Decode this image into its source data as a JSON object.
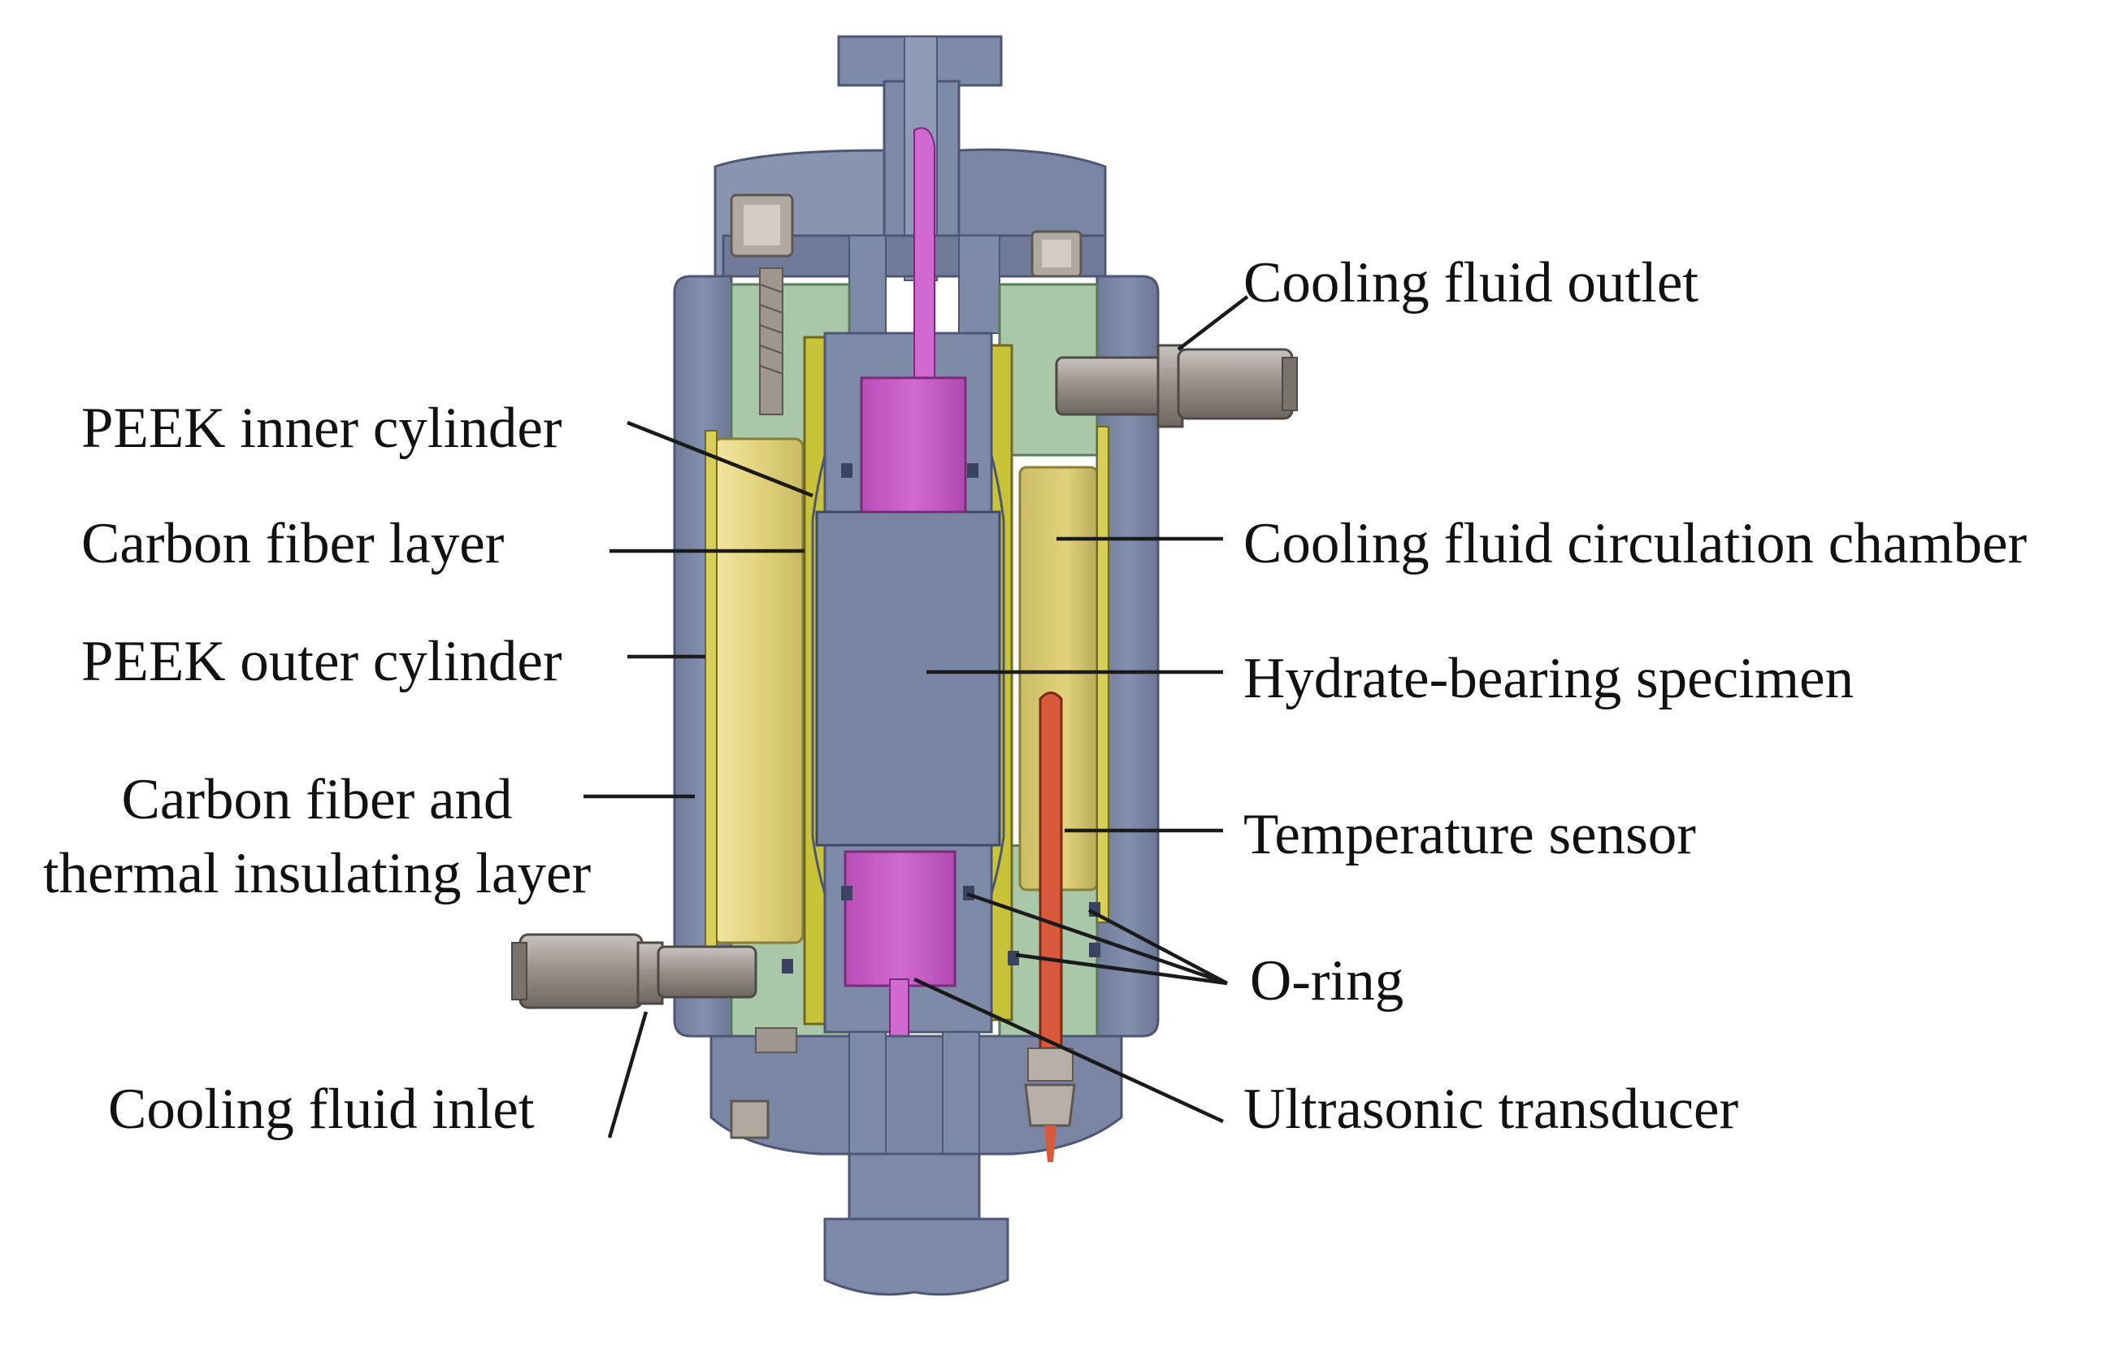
{
  "labels": {
    "cooling_fluid_outlet": "Cooling fluid outlet",
    "peek_inner_cylinder": "PEEK inner cylinder",
    "carbon_fiber_layer": "Carbon fiber layer",
    "cooling_fluid_circulation_chamber": "Cooling fluid circulation chamber",
    "peek_outer_cylinder": "PEEK outer cylinder",
    "hydrate_bearing_specimen": "Hydrate-bearing specimen",
    "carbon_fiber_insulating_line1": "Carbon fiber and",
    "carbon_fiber_insulating_line2": "thermal insulating layer",
    "temperature_sensor": "Temperature sensor",
    "o_ring": "O-ring",
    "cooling_fluid_inlet": "Cooling fluid inlet",
    "ultrasonic_transducer": "Ultrasonic transducer"
  },
  "colors": {
    "steel_gray": "#7d8aa8",
    "steel_dark": "#5e6986",
    "steel_light": "#9aa6c2",
    "pink_piston": "#c65bc6",
    "yellow_chamber": "#e6d783",
    "olive_layer": "#c9c33a",
    "mint_insulation": "#a9c8a8",
    "sensor_red": "#d9593c",
    "fitting_gray": "#9a918c"
  }
}
